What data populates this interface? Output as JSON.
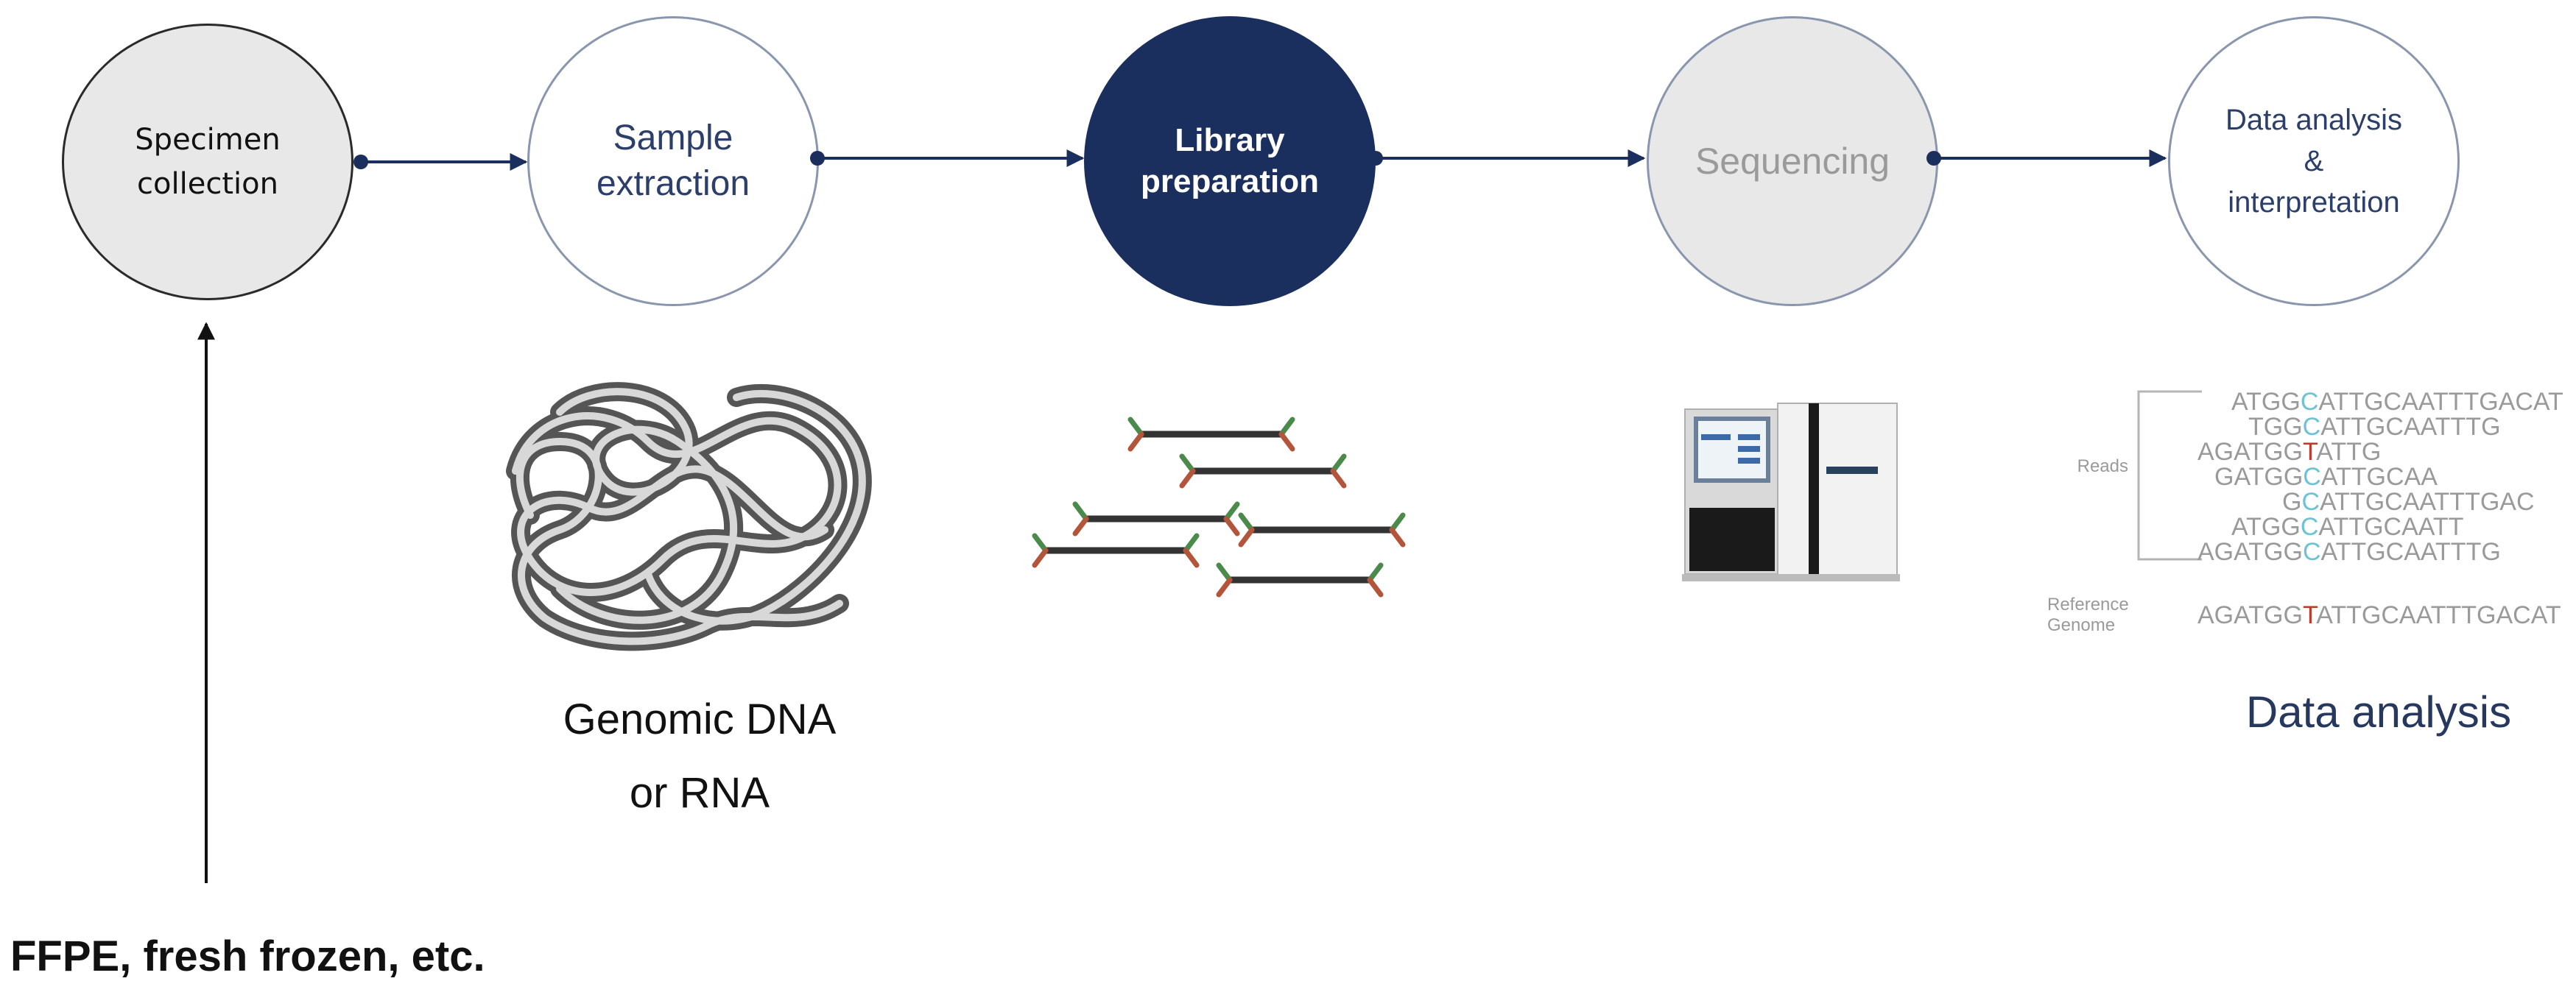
{
  "steps": [
    {
      "label": "Specimen\ncollection"
    },
    {
      "label": "Sample\nextraction"
    },
    {
      "label": "Library\npreparation"
    },
    {
      "label": "Sequencing"
    },
    {
      "label": "Data analysis\n&\ninterpretation"
    }
  ],
  "captions": {
    "dna": "Genomic DNA\nor RNA",
    "data_analysis": "Data analysis",
    "specimen_types": "FFPE, fresh frozen, etc."
  },
  "alignment": {
    "reads_label": "Reads",
    "reference_label": "Reference\nGenome",
    "reads": [
      {
        "pre": "ATGG",
        "var": "C",
        "post": "ATTGCAATTTGACAT"
      },
      {
        "pre": "TGG",
        "var": "C",
        "post": "ATTGCAATTTG"
      },
      {
        "pre": "AGATGG",
        "var": "T",
        "post": "ATTG"
      },
      {
        "pre": "GATGG",
        "var": "C",
        "post": "ATTGCAA"
      },
      {
        "pre": "G",
        "var": "C",
        "post": "ATTGCAATTTGAC"
      },
      {
        "pre": "ATGG",
        "var": "C",
        "post": "ATTGCAATT"
      },
      {
        "pre": "AGATGG",
        "var": "C",
        "post": "ATTGCAATTTG"
      }
    ],
    "reference": {
      "pre": "AGATGG",
      "var": "T",
      "post": "ATTGCAATTTGACAT"
    }
  },
  "colors": {
    "navy": "#1b2f5e",
    "circle_outline": "#8a96ad",
    "grey_fill": "#e8e8e8",
    "sequence_text": "#9a9a9a",
    "variant_cyan": "#6cc3d5",
    "variant_red": "#c0392b"
  }
}
